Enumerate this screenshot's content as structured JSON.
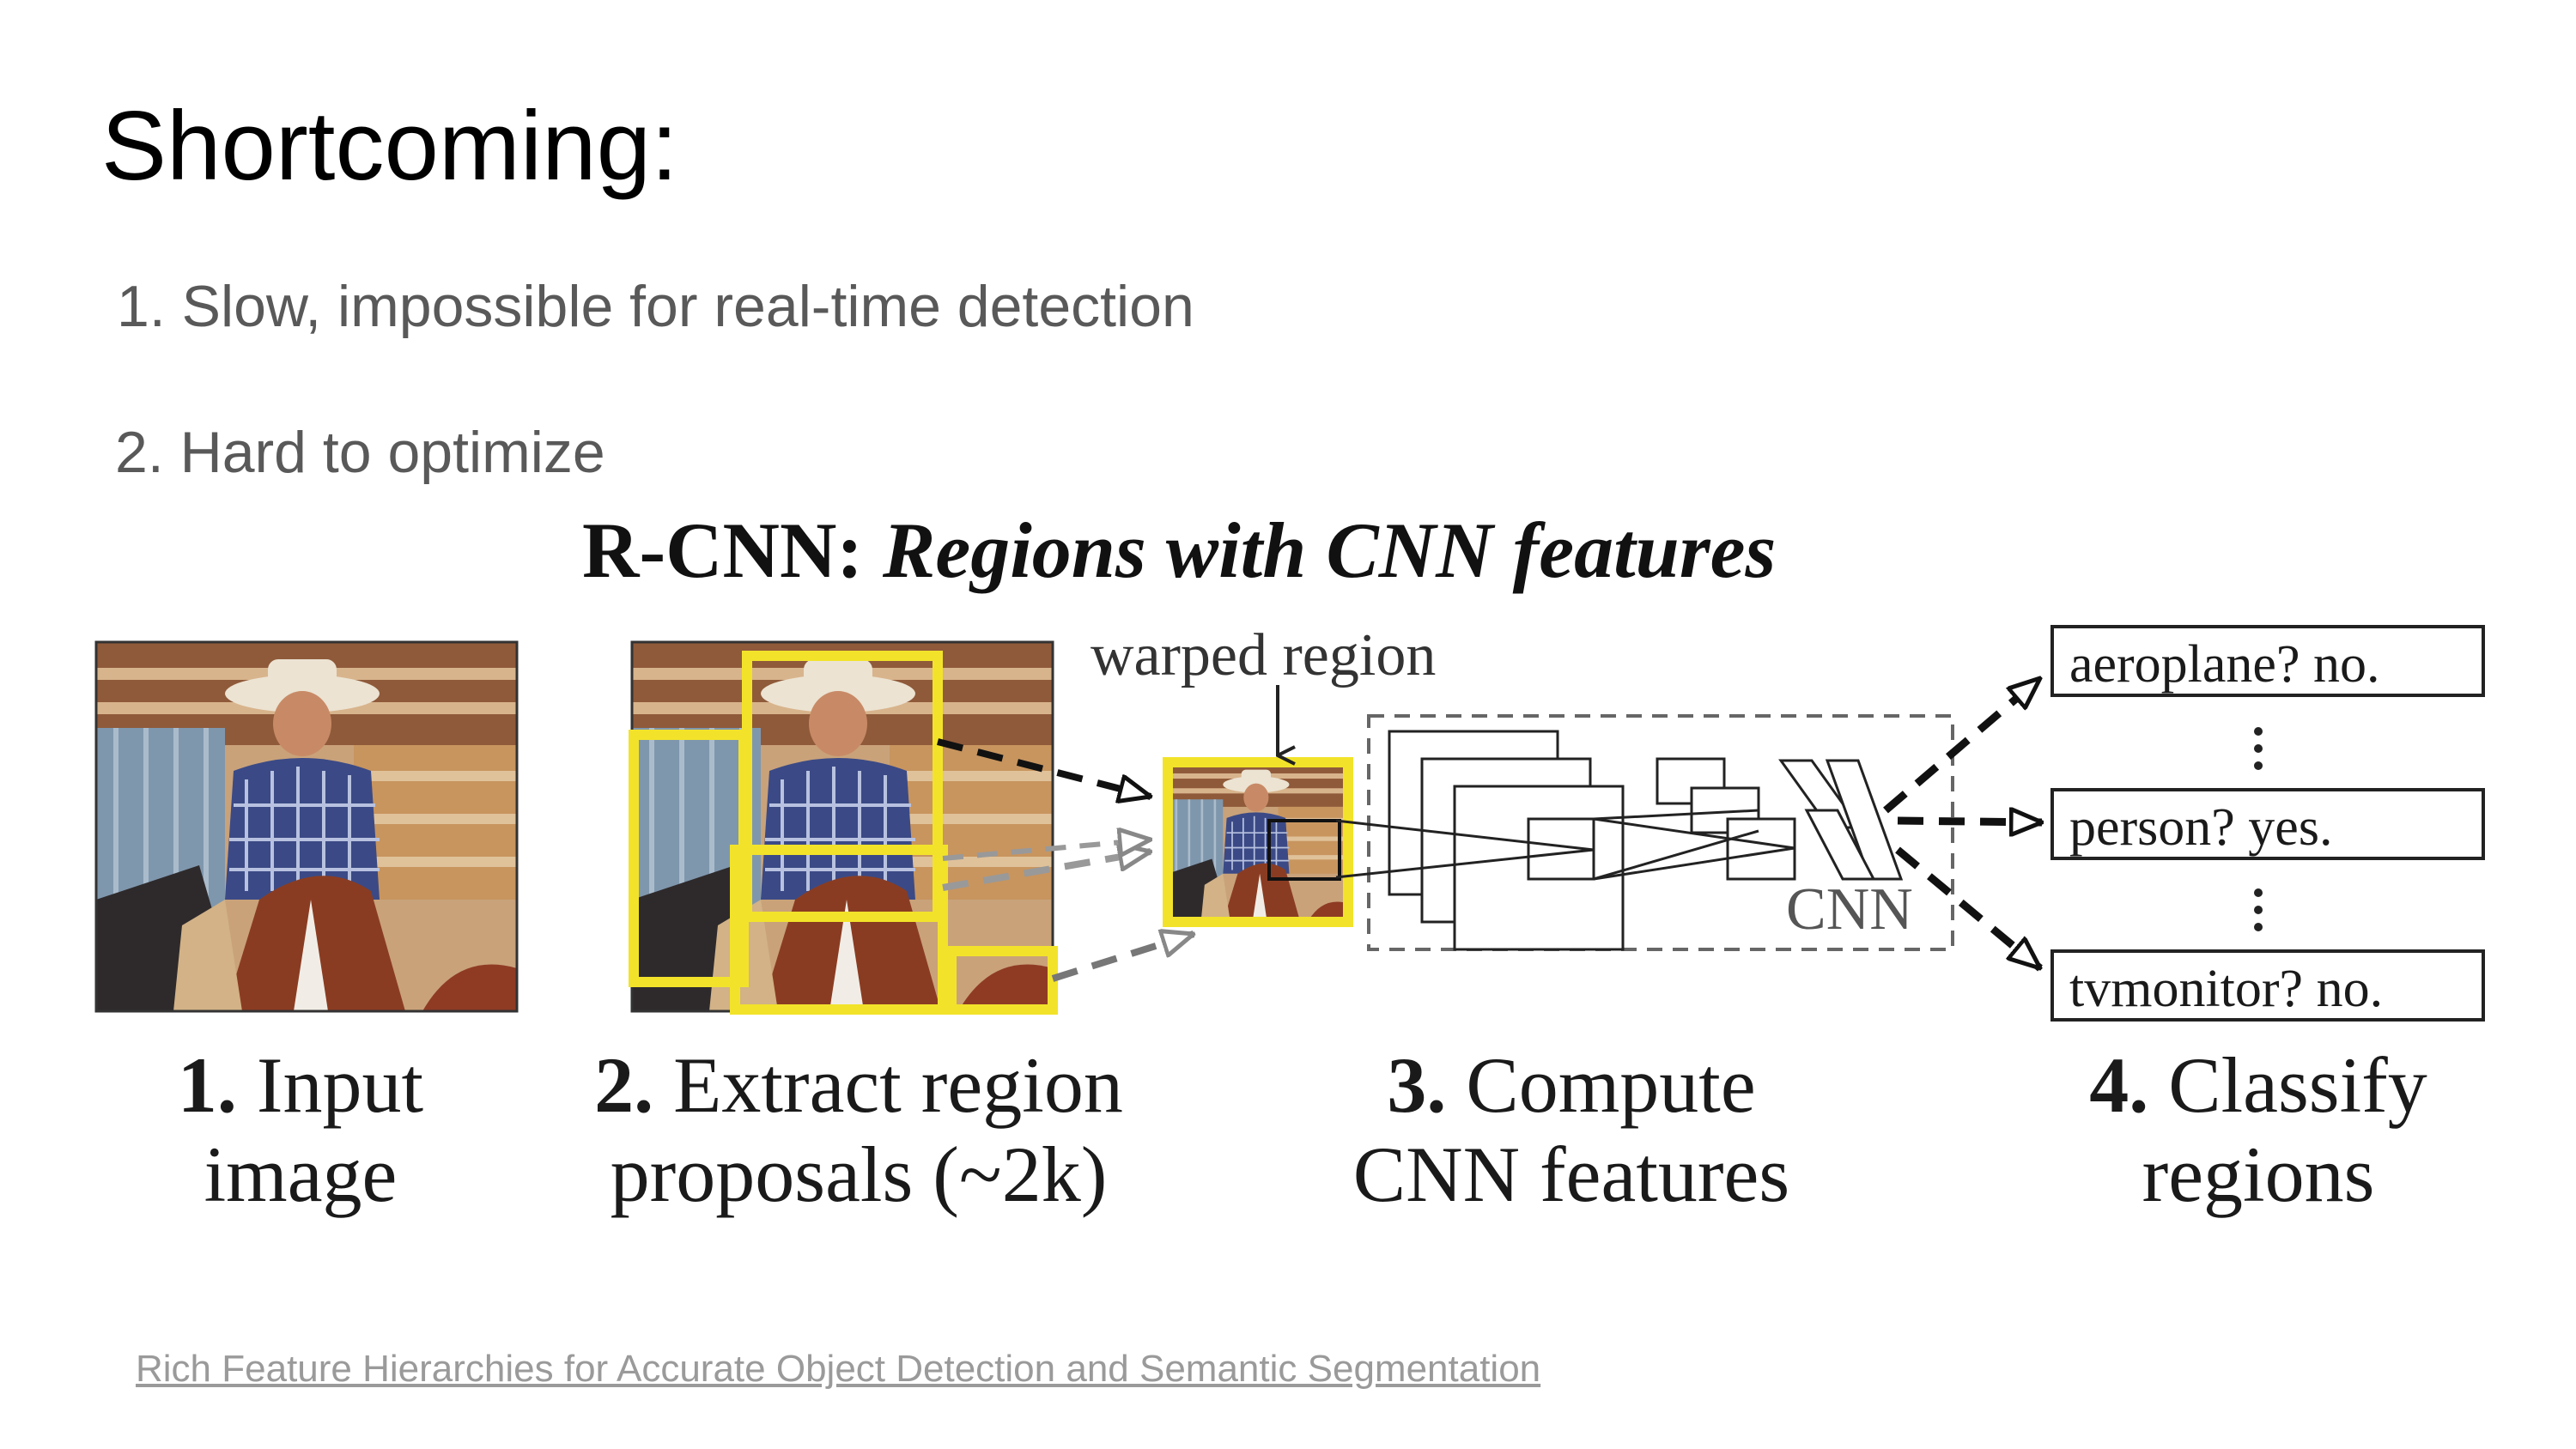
{
  "slide": {
    "title": "Shortcoming:",
    "bullets": [
      "1. Slow, impossible for real-time detection",
      "2. Hard to optimize"
    ],
    "reference_link": "Rich Feature Hierarchies for Accurate Object Detection and Semantic Segmentation"
  },
  "figure": {
    "title_main": "R-CNN: ",
    "title_italic": "Regions with CNN features",
    "warped_label": "warped region",
    "cnn_label": "CNN",
    "steps": [
      {
        "num": "1.",
        "line1": " Input",
        "line2": "image"
      },
      {
        "num": "2.",
        "line1": " Extract region",
        "line2": "proposals (~2k)"
      },
      {
        "num": "3.",
        "line1": " Compute",
        "line2": "CNN features"
      },
      {
        "num": "4.",
        "line1": " Classify",
        "line2": "regions"
      }
    ],
    "classes": [
      "aeroplane? no.",
      "person? yes.",
      "tvmonitor? no."
    ],
    "colors": {
      "proposal_box": "#f2e32a",
      "dashed_arrow": "#111111",
      "photo_sand": "#b98a5a",
      "photo_fence": "#c9a27a"
    }
  }
}
